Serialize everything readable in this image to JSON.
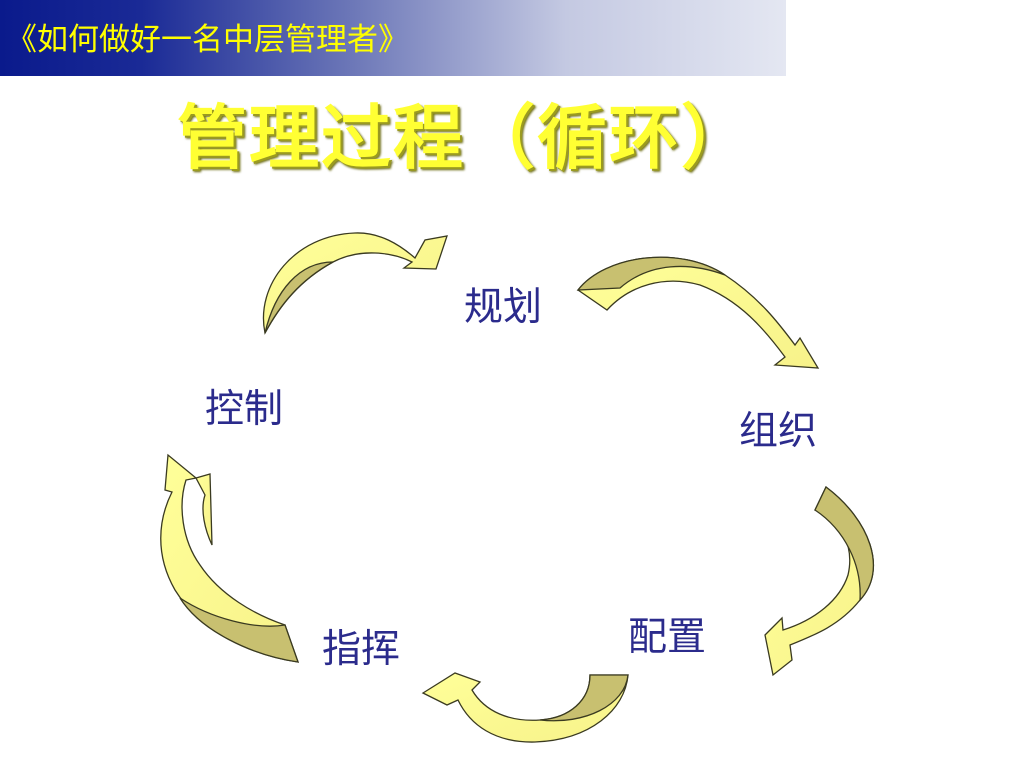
{
  "header": {
    "title": "《如何做好一名中层管理者》"
  },
  "slide": {
    "title": "管理过程（循环）",
    "steps": {
      "plan": "规划",
      "organize": "组织",
      "configure": "配置",
      "direct": "指挥",
      "control": "控制"
    }
  },
  "colors": {
    "header_start": "#0a1a8c",
    "header_end": "#e4e7f2",
    "header_text": "#ffff00",
    "title_text": "#ffff33",
    "step_text": "#2b2b8c",
    "arrow_light": "#ffff99",
    "arrow_dark": "#c8c070"
  }
}
